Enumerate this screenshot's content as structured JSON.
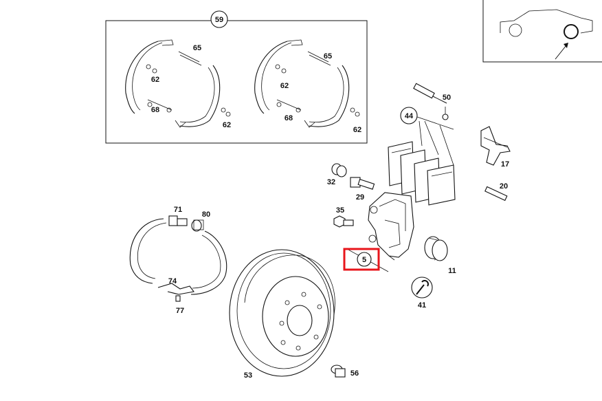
{
  "labels": {
    "l59": "59",
    "l65a": "65",
    "l62a": "62",
    "l68a": "68",
    "l62b": "62",
    "l65b": "65",
    "l62c": "62",
    "l68b": "68",
    "l62d": "62",
    "l50": "50",
    "l44": "44",
    "l17": "17",
    "l20": "20",
    "l32": "32",
    "l29": "29",
    "l35": "35",
    "l5": "5",
    "l11": "11",
    "l41": "41",
    "l71": "71",
    "l80": "80",
    "l74": "74",
    "l77": "77",
    "l53": "53",
    "l56": "56"
  },
  "highlight": {
    "label": "5",
    "color": "#e8151b"
  },
  "locator": {
    "description_icon": "car-rear-wheel-locator"
  }
}
